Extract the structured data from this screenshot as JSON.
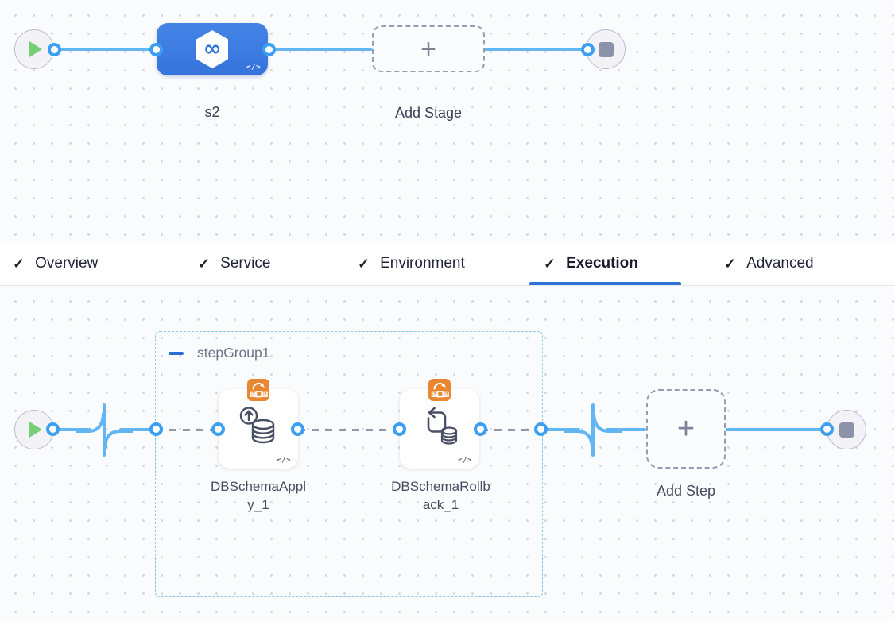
{
  "stage_pipeline": {
    "stages": [
      {
        "name": "s2",
        "icon": "cd-stage-hexagon-infinity-icon",
        "color": "#3d7ce2"
      }
    ],
    "add_stage": {
      "label": "Add Stage"
    },
    "start_node": "play",
    "end_node": "stop"
  },
  "config_tabs": {
    "check_glyph": "✓",
    "items": [
      {
        "label": "Overview",
        "checked": true,
        "active": false
      },
      {
        "label": "Service",
        "checked": true,
        "active": false
      },
      {
        "label": "Environment",
        "checked": true,
        "active": false
      },
      {
        "label": "Execution",
        "checked": true,
        "active": true
      },
      {
        "label": "Advanced",
        "checked": true,
        "active": false
      }
    ]
  },
  "execution": {
    "step_group": {
      "name": "stepGroup1",
      "collapsed": false
    },
    "steps": [
      {
        "name": "DBSchemaApply_1",
        "icon": "db-schema-apply-icon",
        "badge": "cloudformation-icon"
      },
      {
        "name": "DBSchemaRollback_1",
        "icon": "db-schema-rollback-icon",
        "badge": "cloudformation-icon"
      }
    ],
    "add_step": {
      "label": "Add Step"
    },
    "start_node": "play",
    "end_node": "stop"
  },
  "glyphs": {
    "plus": "+",
    "code": "</>",
    "infinity": "∞"
  },
  "colors": {
    "stage_blue": "#3d7ce2",
    "line_blue": "#62b6f1",
    "port_ring_blue": "#3d9ff2",
    "active_tab_underline": "#2e72d4",
    "group_border_blue": "#85c6ea",
    "badge_orange": "#e8872f",
    "play_green": "#76ce77",
    "dashed_connector_gray": "#9298a8"
  }
}
